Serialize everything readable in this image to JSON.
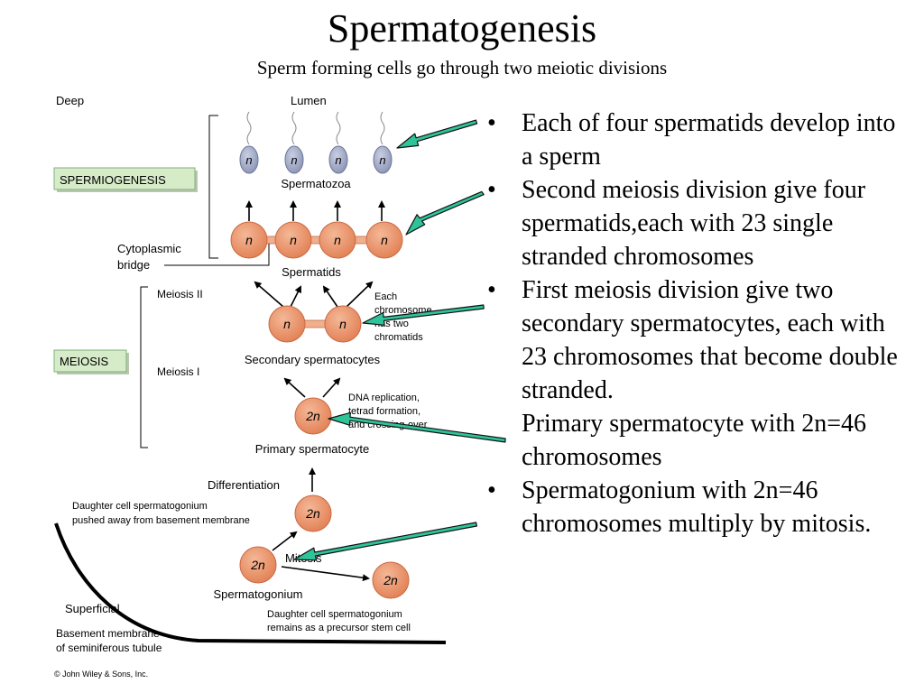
{
  "title": "Spermatogenesis",
  "subtitle": "Sperm forming cells go through two meiotic divisions",
  "diagram": {
    "deep": "Deep",
    "lumen": "Lumen",
    "spermiogenesis": "SPERMIOGENESIS",
    "meiosis": "MEIOSIS",
    "meiosis_ii": "Meiosis II",
    "meiosis_i": "Meiosis I",
    "spermatozoa": "Spermatozoa",
    "spermatids": "Spermatids",
    "cytoplasmic_bridge_1": "Cytoplasmic",
    "cytoplasmic_bridge_2": "bridge",
    "each_chromosome_1": "Each",
    "each_chromosome_2": "chromosome",
    "each_chromosome_3": "has two",
    "each_chromosome_4": "chromatids",
    "secondary_spermatocytes": "Secondary spermatocytes",
    "dna_replication_1": "DNA replication,",
    "dna_replication_2": "tetrad formation,",
    "dna_replication_3": "and crossing-over",
    "primary_spermatocyte": "Primary spermatocyte",
    "differentiation": "Differentiation",
    "daughter_pushed_1": "Daughter cell spermatogonium",
    "daughter_pushed_2": "pushed away from basement membrane",
    "mitosis": "Mitosis",
    "spermatogonium": "Spermatogonium",
    "daughter_remains_1": "Daughter cell spermatogonium",
    "daughter_remains_2": "remains as a precursor stem cell",
    "superficial": "Superficial",
    "basement_1": "Basement membrane",
    "basement_2": "of seminiferous tubule",
    "copyright": "© John Wiley & Sons, Inc.",
    "label_n": "n",
    "label_2n": "2n"
  },
  "bullet_symbol": "•",
  "bullets": [
    "Each of four spermatids develop into a sperm",
    "Second meiosis division give four spermatids,each with 23 single stranded chromosomes",
    "First meiosis division give two secondary spermatocytes, each with 23 chromosomes that become double stranded.",
    "Primary spermatocyte with 2n=46 chromosomes",
    "Spermatogonium with 2n=46 chromosomes multiply by mitosis."
  ],
  "colors": {
    "cell_fill": "#e8916a",
    "cell_stroke": "#c86a44",
    "sperm_fill": "#9ea6c4",
    "label_box": "#d6ebc8",
    "label_border": "#7fb07a",
    "pointer_arrow": "#2fc39a"
  }
}
